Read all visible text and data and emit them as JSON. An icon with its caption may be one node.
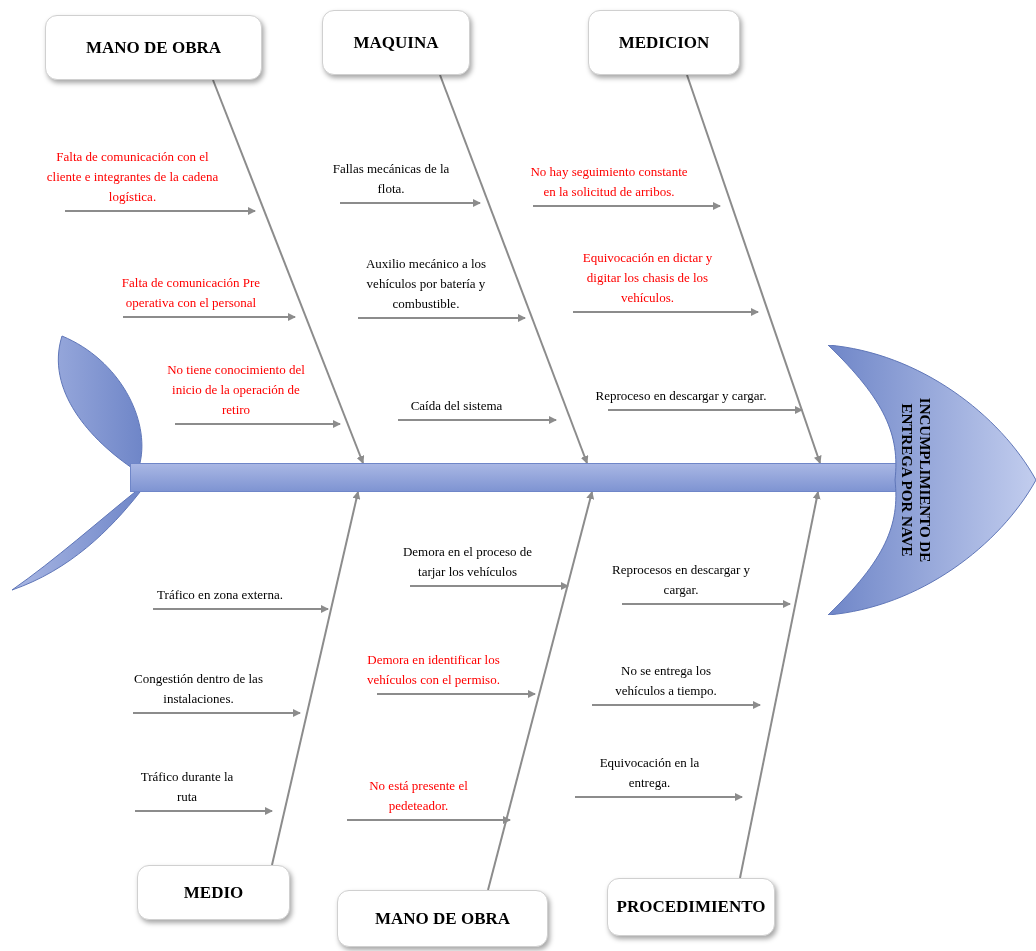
{
  "diagram": {
    "nodes": [
      {
        "text": [
          "MANO DE OBRA"
        ]
      },
      {
        "text": [
          "MAQUINA"
        ]
      },
      {
        "text": [
          "MEDICION"
        ]
      },
      {
        "text": [
          "Falta de comunicación con el cliente e integrantes de la cadena logística."
        ]
      },
      {
        "text": [
          "Falta de comunicación Pre operativa con el personal"
        ]
      },
      {
        "text": [
          "No tiene conocimiento del inicio de la operación de retiro"
        ]
      },
      {
        "text": [
          "Fallas mecánicas de la flota."
        ]
      },
      {
        "text": [
          "Auxilio mecánico a los vehículos por batería y combustible."
        ]
      },
      {
        "text": [
          "Caída del sistema"
        ]
      },
      {
        "text": [
          "No hay seguimiento constante en la solicitud de arribos."
        ]
      },
      {
        "text": [
          "Equivocación en dictar y digitar los chasis de los vehículos."
        ]
      },
      {
        "text": [
          "Reproceso en descargar y cargar."
        ]
      },
      {
        "text": [],
        "shape": "bar"
      },
      {
        "text": [
          "INCUMPLIMIENTO DE ENTREGA POR NAVE"
        ]
      },
      {
        "text": [
          "Tráfico en zona externa."
        ]
      },
      {
        "text": [
          "Congestión dentro de las instalaciones."
        ]
      },
      {
        "text": [
          "Tráfico durante la ruta"
        ]
      },
      {
        "text": [
          "Demora en el proceso de tarjar los vehículos"
        ]
      },
      {
        "text": [
          "Demora en identificar los vehículos con el permiso."
        ]
      },
      {
        "text": [
          "No está presente el pedeteador."
        ]
      },
      {
        "text": [
          "Reprocesos en descargar y cargar."
        ]
      },
      {
        "text": [
          "No se entrega los vehículos a tiempo."
        ]
      },
      {
        "text": [
          "Equivocación en la entrega."
        ]
      },
      {
        "text": [
          "MEDIO"
        ]
      },
      {
        "text": [
          "MANO DE OBRA"
        ]
      },
      {
        "text": [
          "PROCEDIMIENTO"
        ]
      }
    ],
    "edges": [
      {
        "from": 0,
        "to": 12,
        "arrow": "to"
      },
      {
        "from": 1,
        "to": 12,
        "arrow": "to"
      },
      {
        "from": 2,
        "to": 12,
        "arrow": "to"
      },
      {
        "from": 23,
        "to": 12,
        "arrow": "to"
      },
      {
        "from": 24,
        "to": 12,
        "arrow": "to"
      },
      {
        "from": 25,
        "to": 12,
        "arrow": "to"
      },
      {
        "from": 3,
        "to": null,
        "arrow": "to"
      },
      {
        "from": 4,
        "to": null,
        "arrow": "to"
      },
      {
        "from": 5,
        "to": null,
        "arrow": "to"
      },
      {
        "from": 6,
        "to": null,
        "arrow": "to"
      },
      {
        "from": 7,
        "to": null,
        "arrow": "to"
      },
      {
        "from": 8,
        "to": null,
        "arrow": "to"
      },
      {
        "from": 9,
        "to": null,
        "arrow": "to"
      },
      {
        "from": 10,
        "to": null,
        "arrow": "to"
      },
      {
        "from": 11,
        "to": null,
        "arrow": "to"
      },
      {
        "from": 14,
        "to": null,
        "arrow": "to"
      },
      {
        "from": 15,
        "to": null,
        "arrow": "to"
      },
      {
        "from": 16,
        "to": null,
        "arrow": "to"
      },
      {
        "from": 17,
        "to": null,
        "arrow": "to"
      },
      {
        "from": 18,
        "to": null,
        "arrow": "to"
      },
      {
        "from": 19,
        "to": null,
        "arrow": "to"
      },
      {
        "from": 20,
        "to": null,
        "arrow": "to"
      },
      {
        "from": 21,
        "to": null,
        "arrow": "to"
      },
      {
        "from": 22,
        "to": null,
        "arrow": "to"
      }
    ]
  }
}
